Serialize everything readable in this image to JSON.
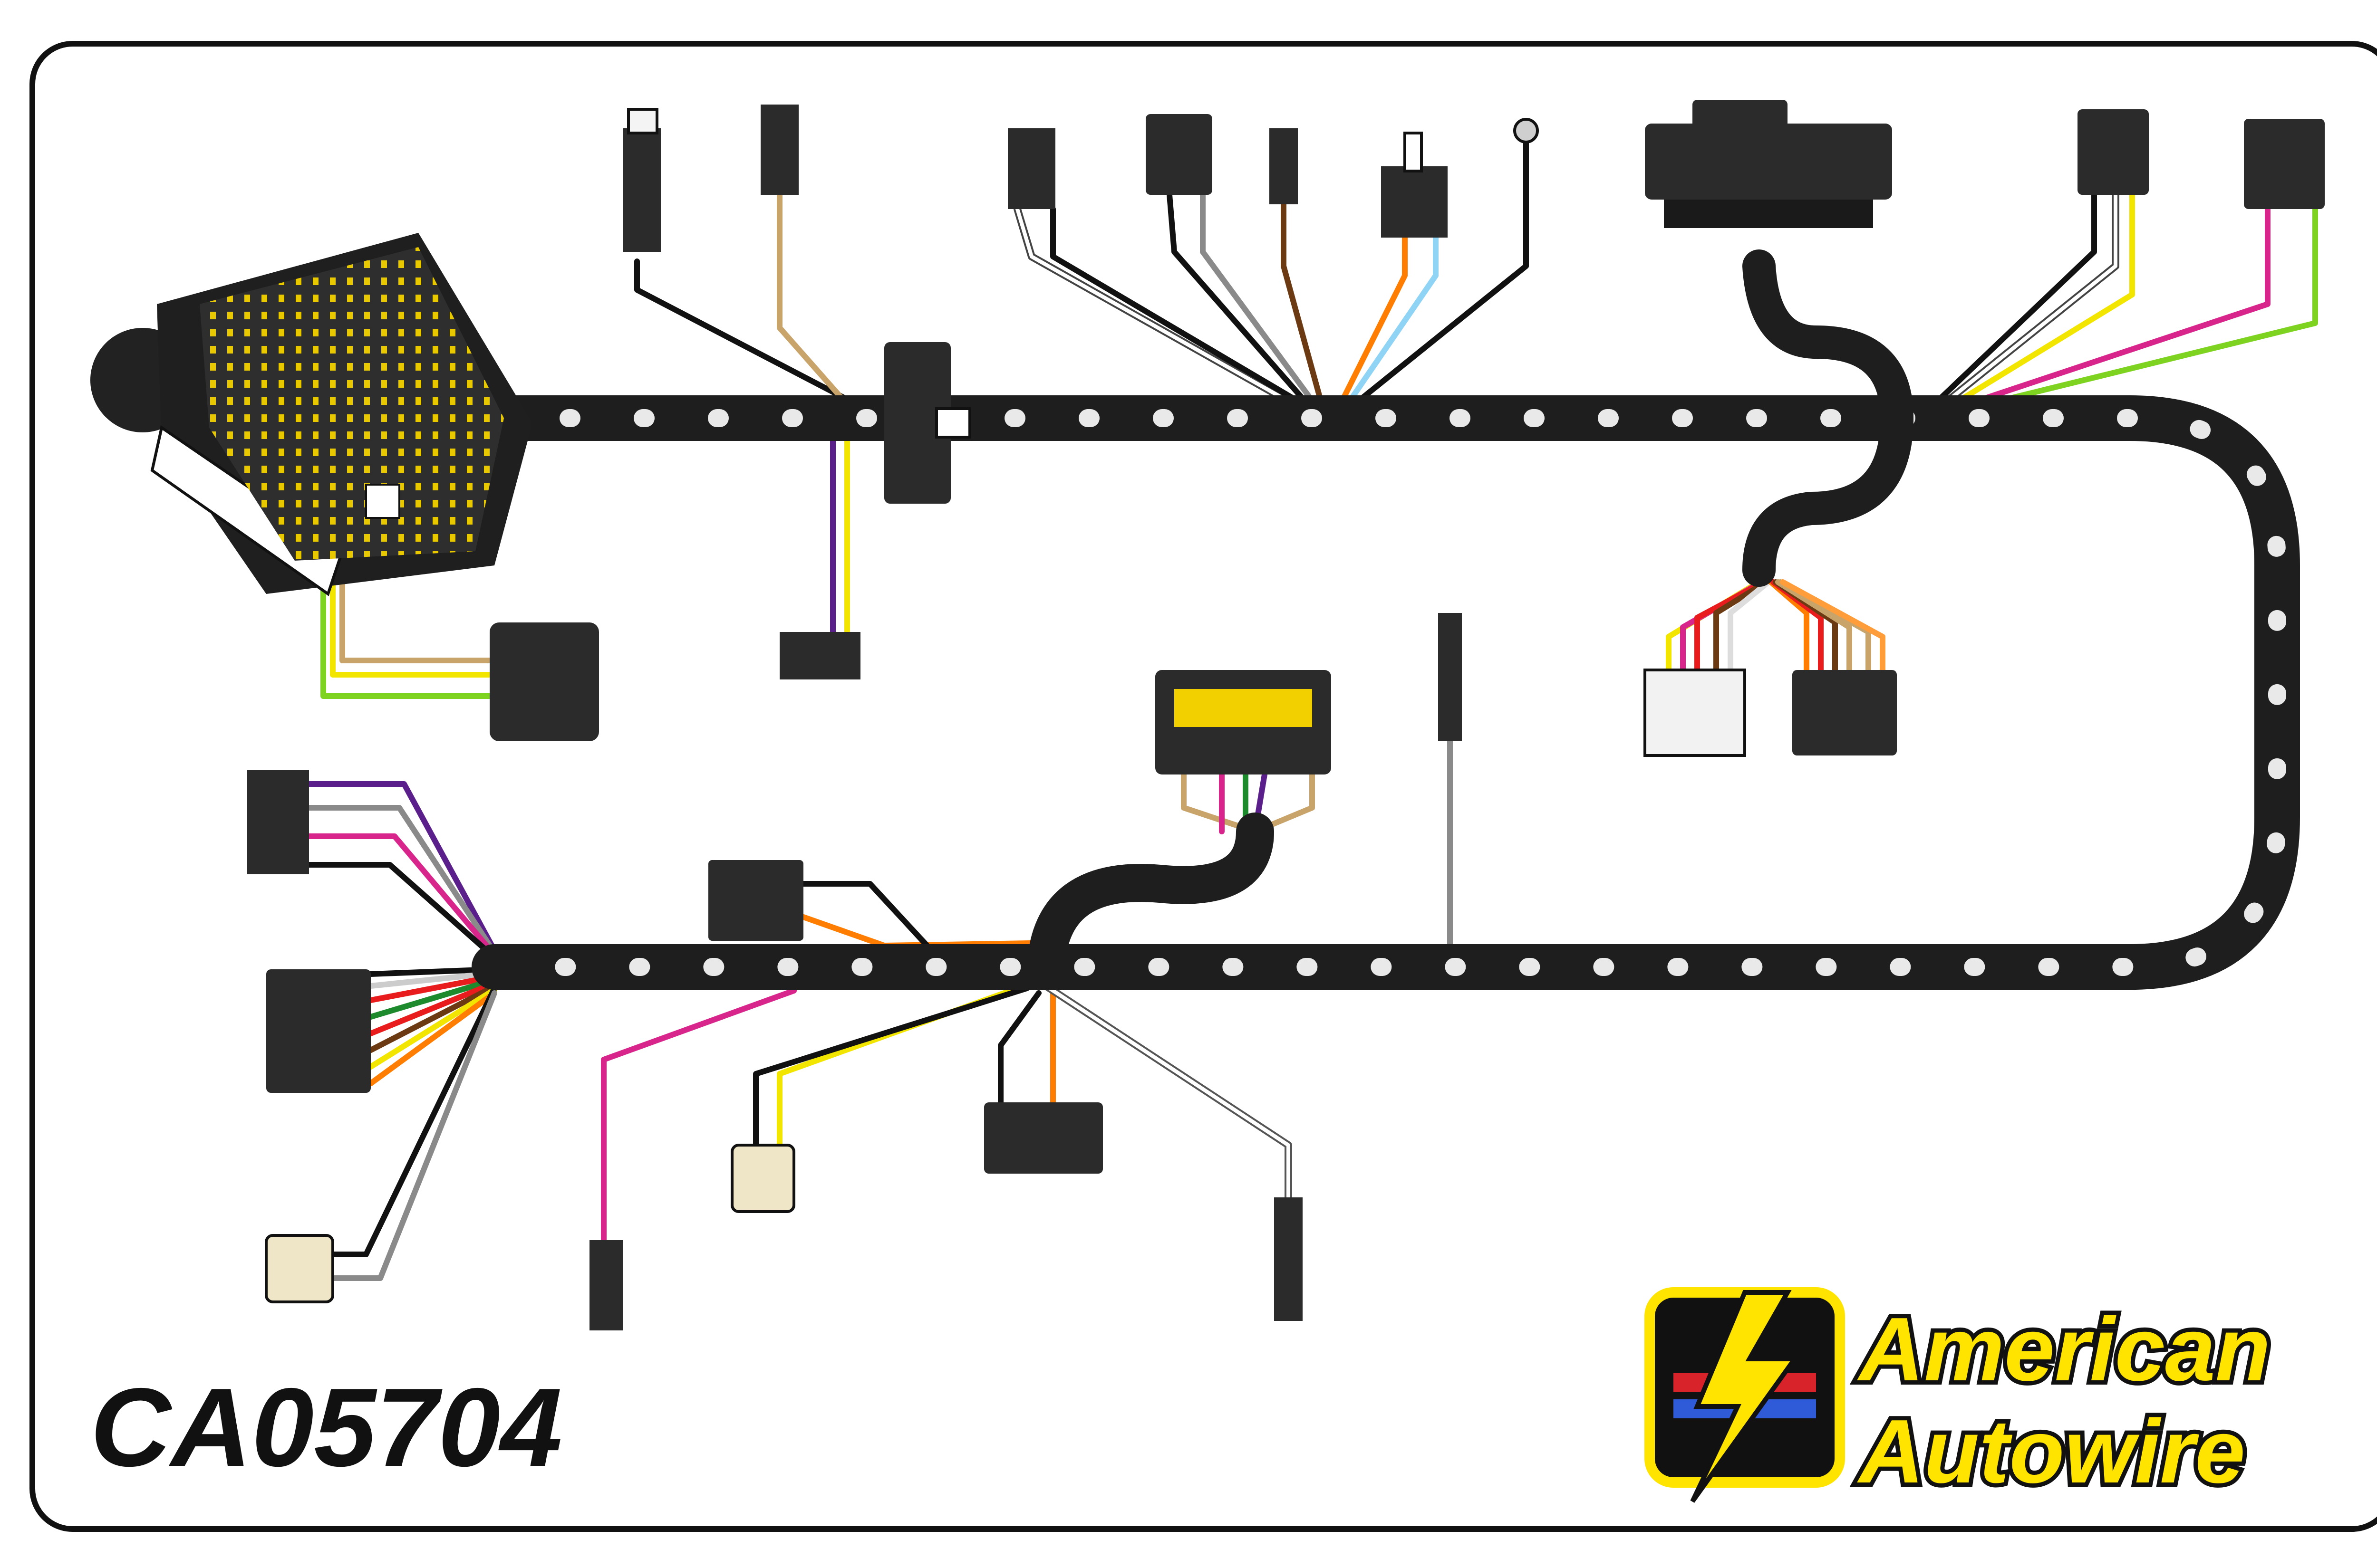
{
  "part_number": "CA05704",
  "brand": {
    "line1": "American",
    "line2": "Autowire"
  },
  "colors": {
    "harness": "#1e1e1e",
    "connector": "#2b2b2b",
    "brand_yellow": "#ffe400",
    "brand_red": "#d8232a",
    "brand_blue": "#2f5bd8"
  }
}
